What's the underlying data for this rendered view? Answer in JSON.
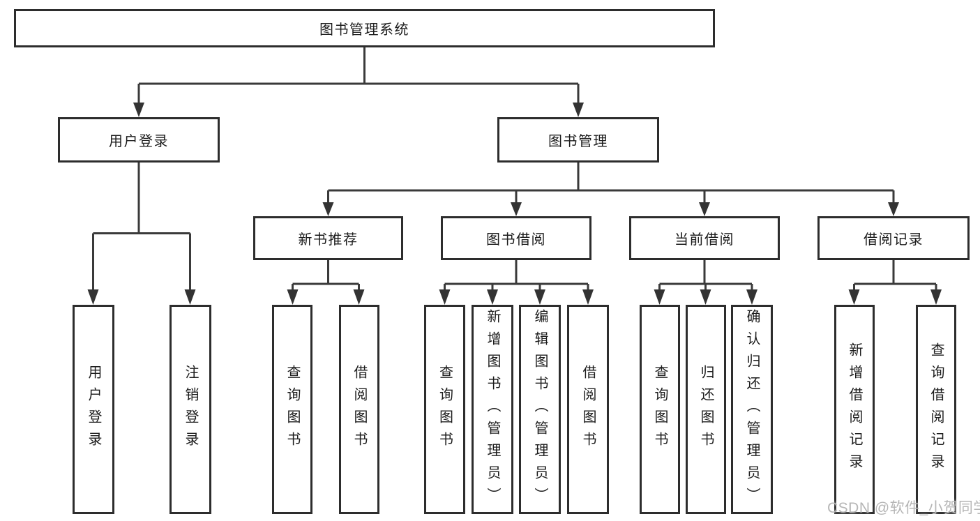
{
  "diagram": {
    "tree": {
      "label": "图书管理系统",
      "children": [
        {
          "label": "用户登录",
          "children": [
            {
              "label": "用户登录"
            },
            {
              "label": "注销登录"
            }
          ]
        },
        {
          "label": "图书管理",
          "children": [
            {
              "label": "新书推荐",
              "children": [
                {
                  "label": "查询图书"
                },
                {
                  "label": "借阅图书"
                }
              ]
            },
            {
              "label": "图书借阅",
              "children": [
                {
                  "label": "查询图书"
                },
                {
                  "label": "新增图书（管理员）"
                },
                {
                  "label": "编辑图书（管理员）"
                },
                {
                  "label": "借阅图书"
                }
              ]
            },
            {
              "label": "当前借阅",
              "children": [
                {
                  "label": "查询图书"
                },
                {
                  "label": "归还图书"
                },
                {
                  "label": "确认归还（管理员）"
                }
              ]
            },
            {
              "label": "借阅记录",
              "children": [
                {
                  "label": "新增借阅记录"
                },
                {
                  "label": "查询借阅记录"
                }
              ]
            }
          ]
        }
      ]
    },
    "watermark": "CSDN @软件_小贺同学",
    "colors": {
      "background": "#ffffff",
      "box_border": "#2d2d2d",
      "connector_line": "#3a3a3a",
      "text": "#1c1c1c",
      "watermark": "#b6b6b6"
    }
  }
}
